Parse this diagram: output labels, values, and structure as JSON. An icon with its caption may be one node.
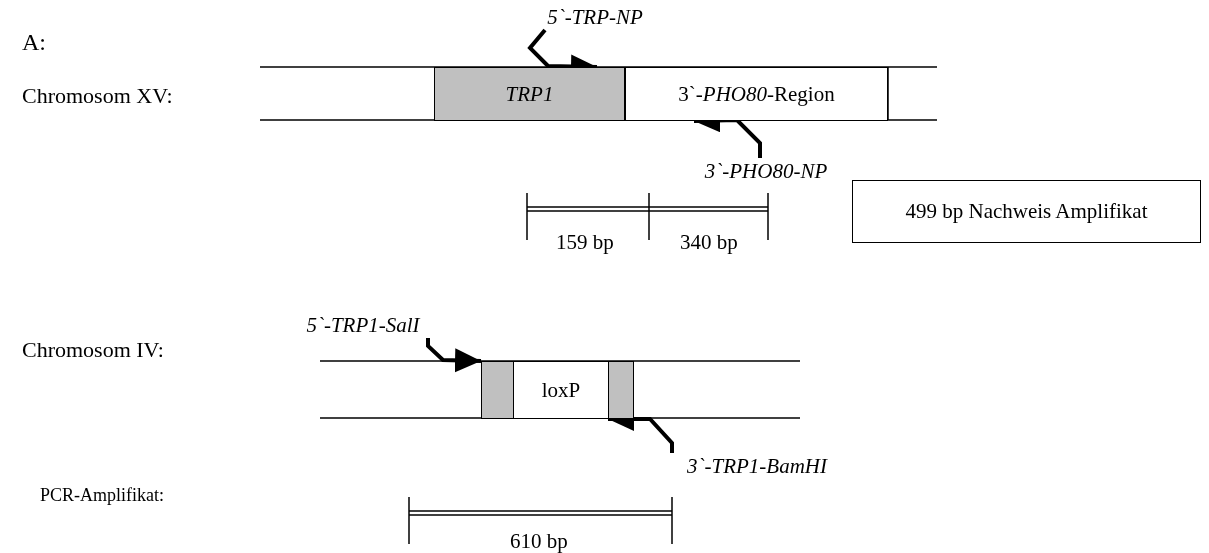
{
  "diagram": {
    "nodes": [
      {
        "text": [
          "5`-TRP-NP"
        ]
      },
      {
        "text": [
          "TRP1"
        ]
      },
      {
        "text": [
          "3`-*PHO80*-Region"
        ]
      },
      {
        "text": [
          "3`-PHO80-NP"
        ]
      },
      {
        "text": [
          "499 bp Nachweis Amplifikat"
        ]
      },
      {
        "text": [
          "5`-TRP1-SalI"
        ]
      },
      {
        "text": [],
        "shape": "box"
      },
      {
        "text": [
          "loxP"
        ]
      },
      {
        "text": [],
        "shape": "box"
      },
      {
        "text": [
          "3`-TRP1-BamHI"
        ]
      }
    ],
    "edges": [
      {
        "from": 0,
        "to": 1,
        "arrow": "to"
      },
      {
        "from": 3,
        "to": 2,
        "arrow": "to"
      },
      {
        "from": 5,
        "to": 6,
        "arrow": "to"
      },
      {
        "from": 9,
        "to": 8,
        "arrow": "to"
      }
    ],
    "labels": [
      "A:",
      "Chromosom XV:",
      "159 bp",
      "340 bp",
      "Chromosom IV:",
      "PCR-Amplifikat:",
      "610 bp"
    ]
  }
}
